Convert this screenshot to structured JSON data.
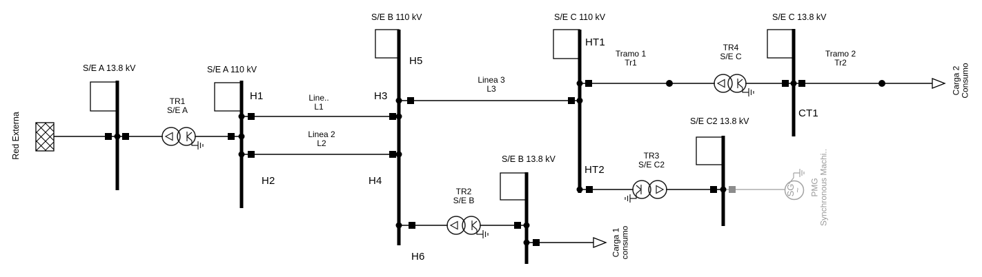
{
  "colors": {
    "ink": "#000000",
    "muted_line": "#adadad",
    "muted_text": "#9a9a9a",
    "muted_fill": "#8c8c8c",
    "background": "#ffffff"
  },
  "external_grid": {
    "label": "Red Externa"
  },
  "buses": {
    "a138": {
      "label": "S/E A 13.8 kV"
    },
    "a110": {
      "label": "S/E A 110 kV"
    },
    "b110": {
      "label": "S/E B 110 kV"
    },
    "b138": {
      "label": "S/E B 13.8 kV"
    },
    "c110": {
      "label": "S/E C 110 kV"
    },
    "c138": {
      "label": "S/E C 13.8 kV"
    },
    "c2138": {
      "label": "S/E C2 13.8 kV"
    }
  },
  "terminals": {
    "h1": "H1",
    "h2": "H2",
    "h3": "H3",
    "h4": "H4",
    "h5": "H5",
    "h6": "H6",
    "ht1": "HT1",
    "ht2": "HT2",
    "ct1": "CT1"
  },
  "transformers": {
    "tr1": {
      "name": "TR1",
      "site": "S/E A"
    },
    "tr2": {
      "name": "TR2",
      "site": "S/E B"
    },
    "tr3": {
      "name": "TR3",
      "site": "S/E C2"
    },
    "tr4": {
      "name": "TR4",
      "site": "S/E C"
    }
  },
  "lines": {
    "l1": {
      "name": "Line..",
      "code": "L1"
    },
    "l2": {
      "name": "Linea 2",
      "code": "L2"
    },
    "l3": {
      "name": "Linea 3",
      "code": "L3"
    },
    "tramo1": {
      "name": "Tramo 1",
      "code": "Tr1"
    },
    "tramo2": {
      "name": "Tramo 2",
      "code": "Tr2"
    }
  },
  "loads": {
    "carga1": {
      "name": "Carga 1",
      "desc": "consumo"
    },
    "carga2": {
      "name": "Carga 2",
      "desc": "Consumo"
    }
  },
  "machine": {
    "symbol": "SG",
    "wave": "~",
    "name": "PMG",
    "kind": "Synchronous Machi.."
  }
}
